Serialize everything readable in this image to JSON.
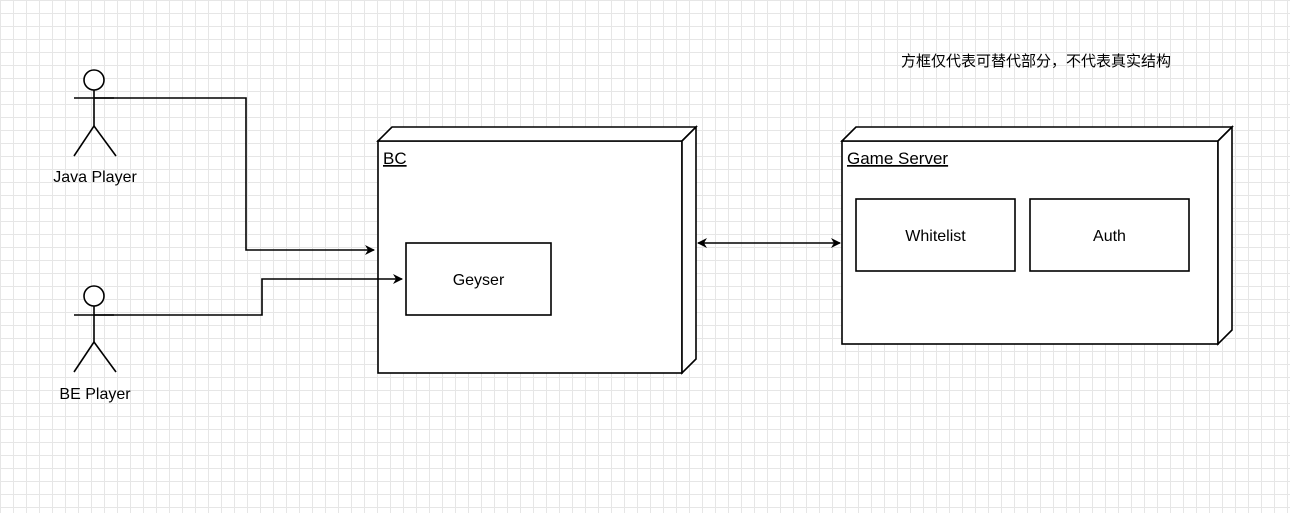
{
  "note": "方框仅代表可替代部分，不代表真实结构",
  "actors": [
    {
      "id": "java",
      "label": "Java Player"
    },
    {
      "id": "be",
      "label": "BE Player"
    }
  ],
  "nodes": {
    "bc": {
      "title": "BC",
      "components": [
        {
          "label": "Geyser"
        }
      ]
    },
    "game_server": {
      "title": "Game Server",
      "components": [
        {
          "label": "Whitelist"
        },
        {
          "label": "Auth"
        }
      ]
    }
  },
  "connections": [
    {
      "from": "Java Player",
      "to": "BC",
      "arrow": "end"
    },
    {
      "from": "BE Player",
      "to": "Geyser",
      "arrow": "end"
    },
    {
      "from": "BC",
      "to": "Game Server",
      "arrow": "both"
    }
  ]
}
